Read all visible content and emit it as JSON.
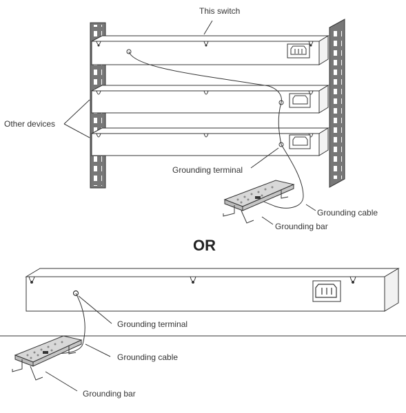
{
  "labels": {
    "this_switch": "This switch",
    "other_devices": "Other devices",
    "grounding_terminal_top": "Grounding terminal",
    "grounding_cable_top": "Grounding cable",
    "grounding_bar_top": "Grounding bar",
    "or": "OR",
    "grounding_terminal_bottom": "Grounding terminal",
    "grounding_cable_bottom": "Grounding cable",
    "grounding_bar_bottom": "Grounding bar"
  },
  "colors": {
    "line": "#444444",
    "rail": "#777777",
    "device_fill": "#ffffff",
    "bar_fill": "#d8d8d8"
  },
  "icons": {
    "power_socket": "iec-power-inlet-icon",
    "screw": "screw-icon"
  }
}
